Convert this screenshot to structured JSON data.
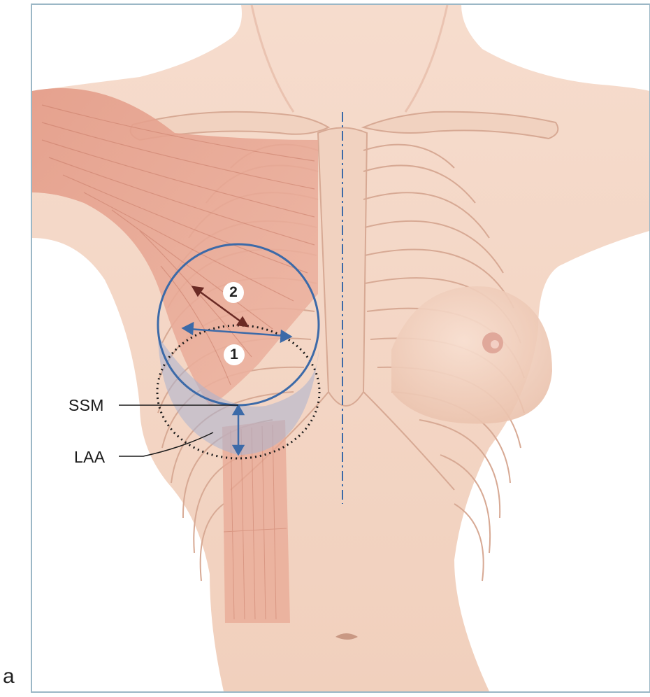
{
  "figure": {
    "panel_label": "a",
    "labels": {
      "ssm": "SSM",
      "laa": "LAA"
    },
    "numbers": {
      "one": "1",
      "two": "2"
    },
    "colors": {
      "frame": "#9bb7c6",
      "skin": "#f4d7c6",
      "skin_shadow": "#e6b9a3",
      "bone": "#f1d2c0",
      "bone_outline": "#d7a994",
      "muscle": "#e6a08c",
      "muscle_line": "#c97c68",
      "accent_blue": "#3c6aa8",
      "arrow_dark": "#6a2a24",
      "overlay": "#a9b3cf"
    }
  }
}
